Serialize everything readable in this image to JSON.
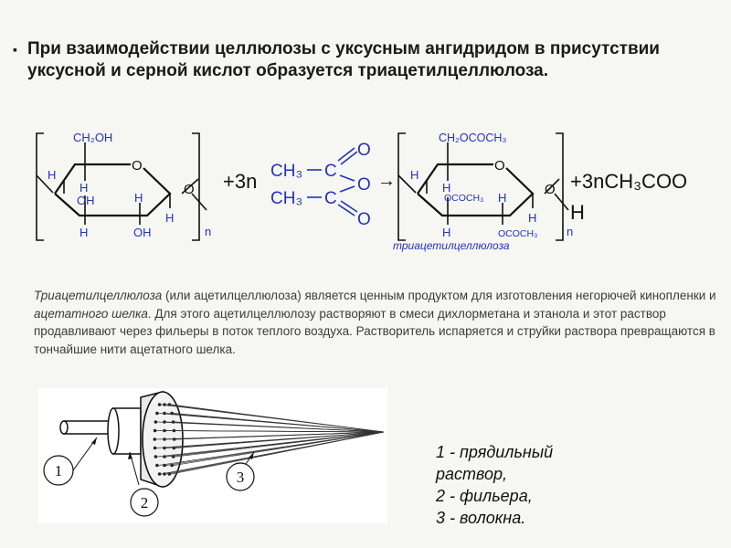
{
  "intro": {
    "bullet": "▪",
    "text": "При взаимодействии целлюлозы с уксусным ангидридом в присутствии уксусной и серной кислот образуется триацетилцеллюлоза."
  },
  "equation": {
    "cellulose": {
      "ch2oh": "CH₂OH",
      "ring_o": "O",
      "h_left": "H",
      "h_top": "H",
      "oh_mid": "OH",
      "h_right": "H",
      "h_low": "H",
      "h_bottom": "H",
      "oh_bottom": "OH",
      "bridge_o": "O",
      "subscript": "n"
    },
    "plus_3n": "+3n",
    "anhydride": {
      "ch3_top": "CH₃",
      "ch3_bottom": "CH₃",
      "c_top": "C",
      "c_bottom": "C",
      "o_top": "O",
      "o_mid": "O",
      "o_bottom": "O"
    },
    "arrow": "→",
    "triacetate": {
      "ch2": "CH₂OCOCH₃",
      "ring_o": "O",
      "h_left": "H",
      "h_top": "H",
      "ococh3_mid": "OCOCH₃",
      "h_right": "H",
      "h_low": "H",
      "h_bottom": "H",
      "ococh3_bottom": "OCOCH₃",
      "bridge_o": "O",
      "subscript": "n",
      "caption": "триацетилцеллюлоза"
    },
    "product": "+3nCH₃COO",
    "product_h": "H"
  },
  "description": {
    "term": "Триацетилцеллюлоза",
    "part1": " (или ацетилцеллюлоза) является ценным продуктом для изготовления негорючей кинопленки и ",
    "term2": "ацетатного шелка",
    "part2": ". Для этого ацетилцеллюлозу растворяют в смеси дихлорметана и этанола и этот раствор продавливают через фильеры в поток теплого воздуха. Растворитель испаряется и струйки раствора превращаются в тончайшие нити ацетатного шелка."
  },
  "figure": {
    "label1": "1",
    "label2": "2",
    "label3": "3"
  },
  "legend": [
    "1 - прядильный",
    "раствор,",
    "2 - фильера,",
    "3 - волокна."
  ],
  "colors": {
    "formula_blue": "#2233bb",
    "ring_black": "#111111",
    "background": "#f6f6f2"
  }
}
